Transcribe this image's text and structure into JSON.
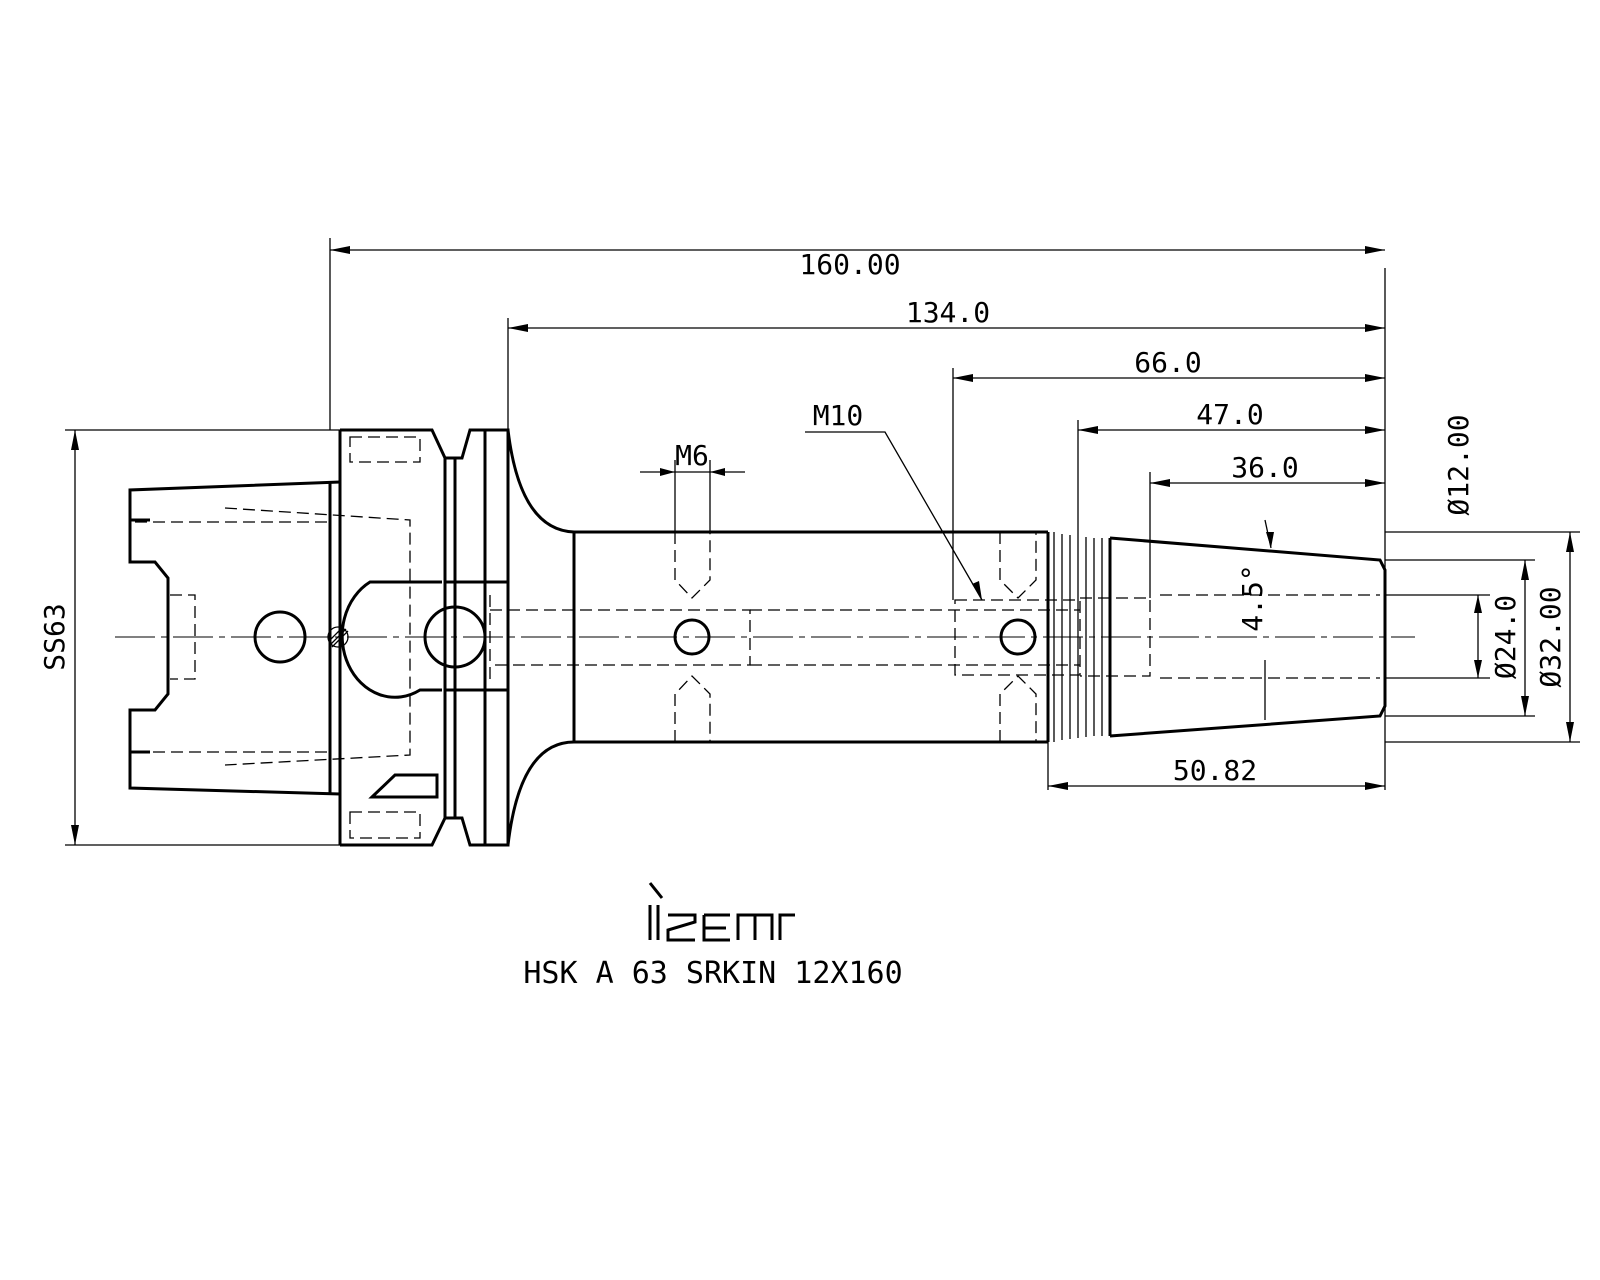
{
  "dimensions": {
    "overall_length": "160.00",
    "body_length": "134.0",
    "length_66": "66.0",
    "length_47": "47.0",
    "length_36": "36.0",
    "length_5082": "50.82",
    "thread_m10": "M10",
    "thread_m6": "M6",
    "angle": "4.5°",
    "dia_12": "Ø12.00",
    "dia_24": "Ø24.0",
    "dia_32": "Ø32.00",
    "shank": "SS63"
  },
  "logo": {
    "text": "iscar"
  },
  "part_name": "HSK A 63 SRKIN 12X160",
  "colors": {
    "line": "#000000",
    "background": "#ffffff"
  }
}
